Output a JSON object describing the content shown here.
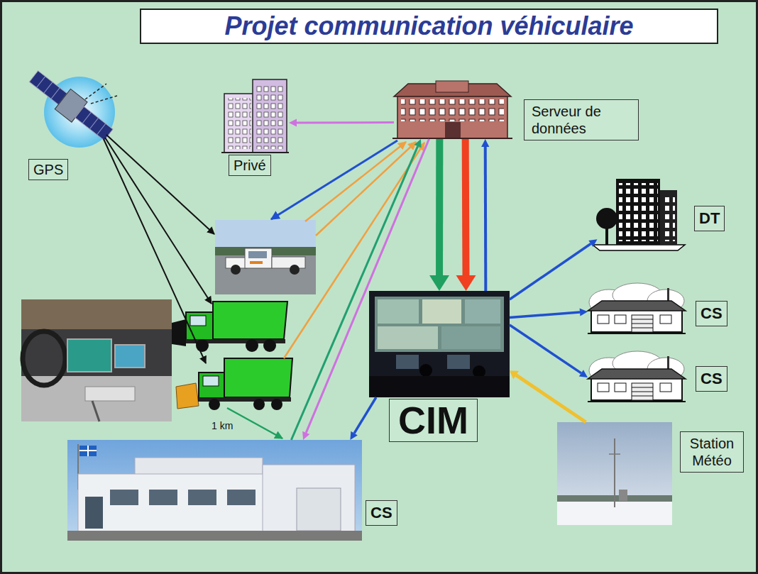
{
  "diagram": {
    "title": "Projet communication véhiculaire",
    "nodes": [
      {
        "text": [
          "GPS"
        ]
      },
      {
        "text": [
          "Privé"
        ]
      },
      {
        "text": [
          "Serveur de données"
        ]
      },
      {
        "text": [
          "DT"
        ]
      },
      {
        "text": [
          "CIM"
        ]
      },
      {
        "text": [
          "CS"
        ]
      },
      {
        "text": [
          "CS"
        ]
      },
      {
        "text": [
          "Station Météo"
        ]
      },
      {
        "text": [
          "CS"
        ]
      }
    ],
    "edges": [
      {
        "from": 2,
        "to": 1,
        "arrow": "to"
      },
      {
        "from": 2,
        "to": 4,
        "arrow": "to"
      },
      {
        "from": 2,
        "to": 4,
        "arrow": "to"
      },
      {
        "from": 4,
        "to": 2,
        "arrow": "to"
      },
      {
        "from": 4,
        "to": 3,
        "arrow": "to"
      },
      {
        "from": 4,
        "to": 5,
        "arrow": "to"
      },
      {
        "from": 4,
        "to": 6,
        "arrow": "to"
      },
      {
        "from": 7,
        "to": 4,
        "arrow": "to"
      },
      {
        "from": 4,
        "to": 8,
        "arrow": "to"
      },
      {
        "from": 2,
        "to": 8,
        "arrow": "to"
      },
      {
        "from": 8,
        "to": 2,
        "arrow": "to"
      }
    ],
    "labels": [
      "1 km"
    ]
  }
}
